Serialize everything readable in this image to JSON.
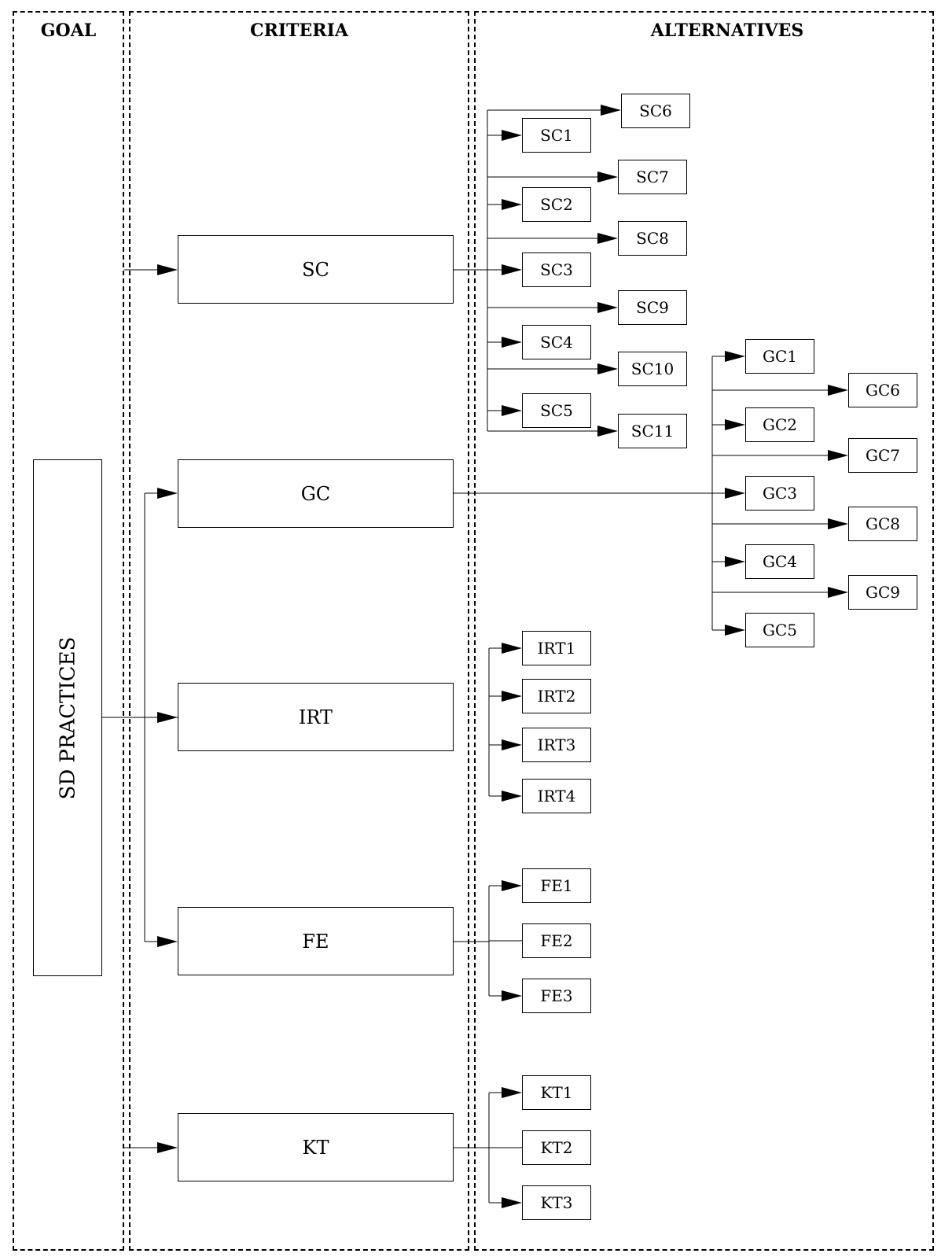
{
  "headers": {
    "goal": "GOAL",
    "criteria": "CRITERIA",
    "alternatives": "ALTERNATIVES"
  },
  "goal": "SD PRACTICES",
  "criteria": [
    "SC",
    "GC",
    "IRT",
    "FE",
    "KT"
  ],
  "alternatives": {
    "SC": [
      "SC1",
      "SC2",
      "SC3",
      "SC4",
      "SC5",
      "SC6",
      "SC7",
      "SC8",
      "SC9",
      "SC10",
      "SC11"
    ],
    "GC": [
      "GC1",
      "GC2",
      "GC3",
      "GC4",
      "GC5",
      "GC6",
      "GC7",
      "GC8",
      "GC9"
    ],
    "IRT": [
      "IRT1",
      "IRT2",
      "IRT3",
      "IRT4"
    ],
    "FE": [
      "FE1",
      "FE2",
      "FE3"
    ],
    "KT": [
      "KT1",
      "KT2",
      "KT3"
    ]
  }
}
